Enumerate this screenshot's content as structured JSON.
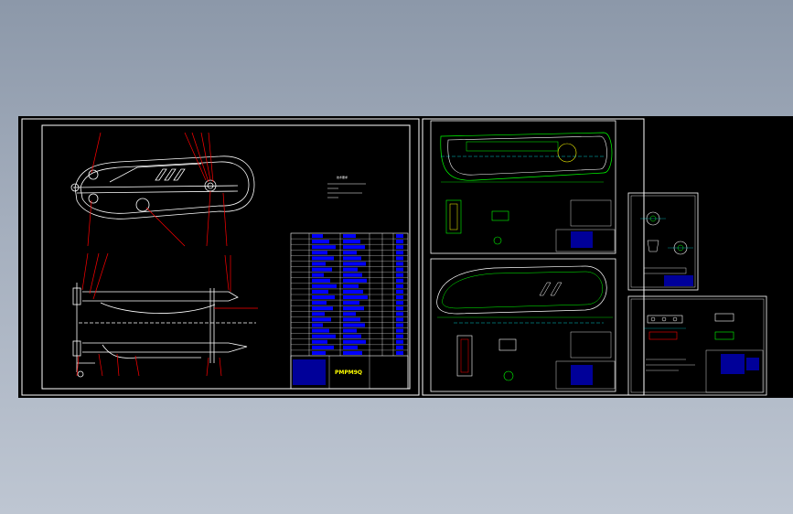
{
  "viewer": {
    "background_top": "#8c98a9",
    "background_bottom": "#bec6d2",
    "canvas_color": "#000000"
  },
  "drawing": {
    "title_block_stamp": "PMPM9Q",
    "notes_title": "技术要求",
    "line_colors": {
      "outline": "#ffffff",
      "leader": "#ff0000",
      "table_fill": "#0000ff",
      "dimension": "#00ff00",
      "accent": "#ffff00",
      "center": "#00ffff"
    },
    "sheets": [
      {
        "name": "main-assembly-sheet"
      },
      {
        "name": "part-sheet-top"
      },
      {
        "name": "part-sheet-bottom"
      },
      {
        "name": "small-part-sheet"
      },
      {
        "name": "bracket-sheet"
      }
    ]
  }
}
